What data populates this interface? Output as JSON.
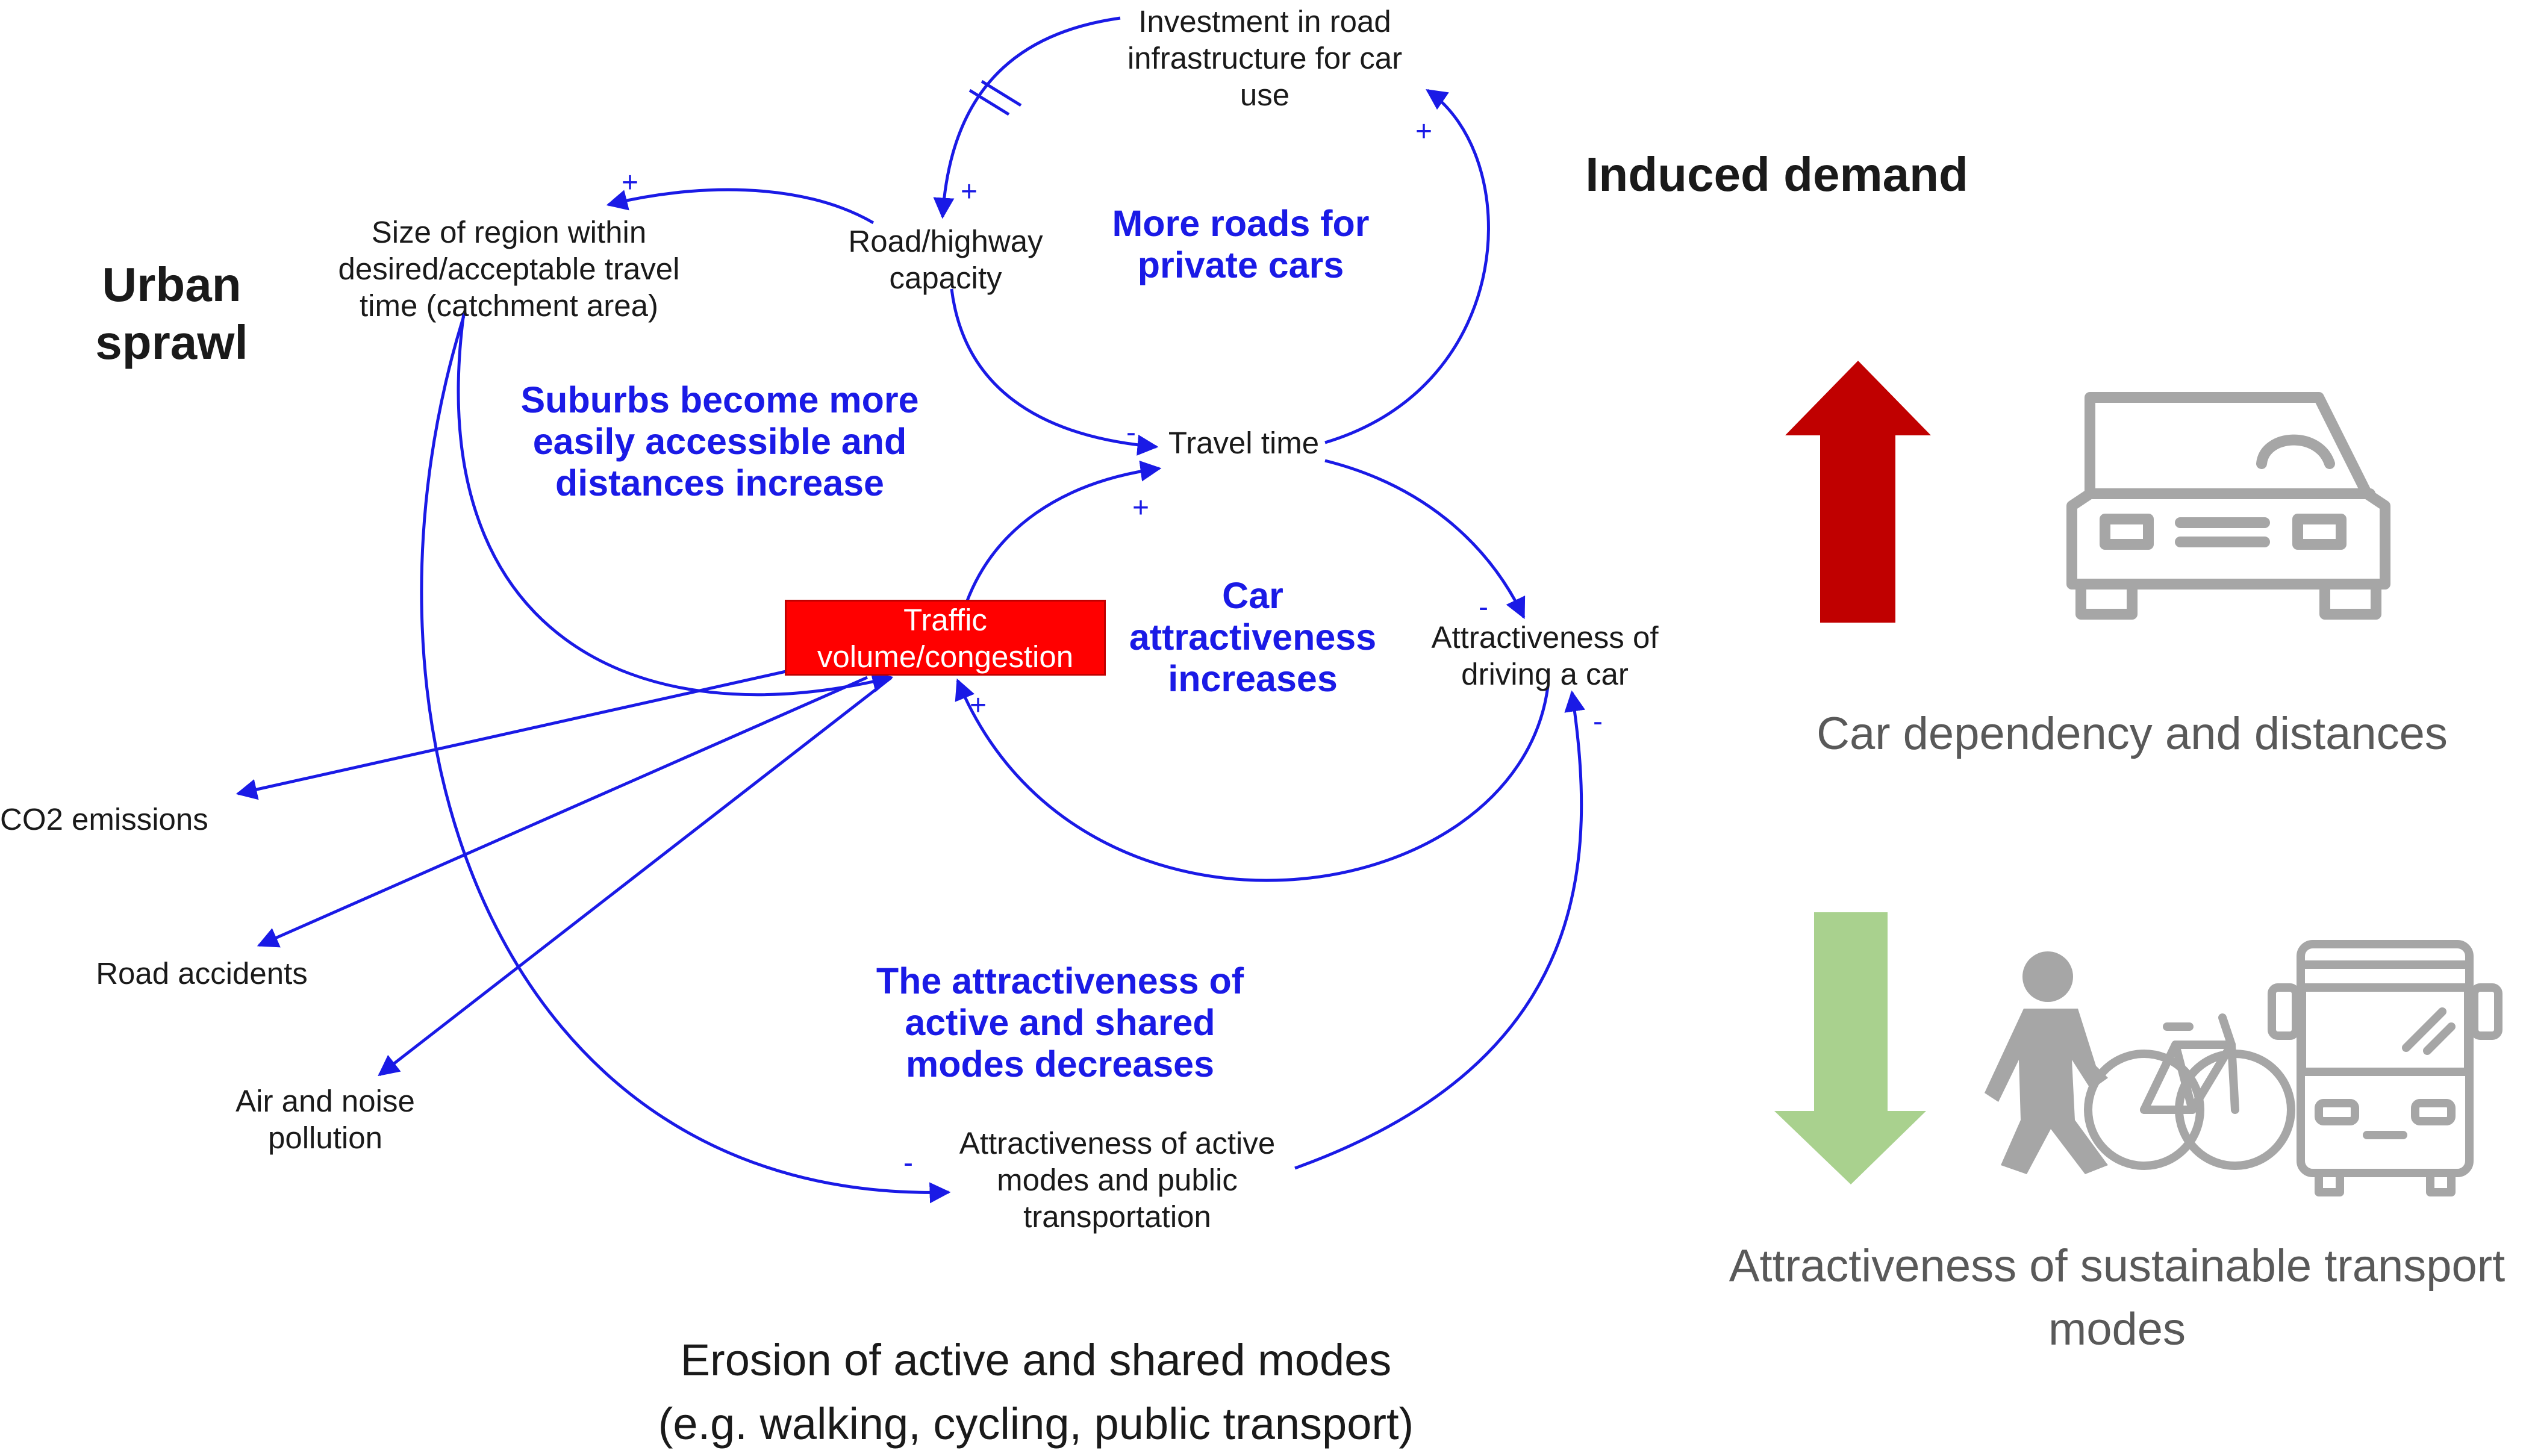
{
  "nodes": {
    "investment": "Investment in road\ninfrastructure for car\nuse",
    "road_capacity": "Road/highway\ncapacity",
    "region_size": "Size of region within\ndesired/acceptable travel\ntime (catchment area)",
    "travel_time": "Travel time",
    "traffic": "Traffic\nvolume/congestion",
    "attr_car": "Attractiveness of\ndriving a car",
    "attr_active": "Attractiveness of active\nmodes and public\ntransportation",
    "co2": "CO2 emissions",
    "accidents": "Road accidents",
    "pollution": "Air and noise\npollution"
  },
  "loops": {
    "more_roads": "More roads for\nprivate cars",
    "suburbs": "Suburbs become more\neasily accessible and\ndistances increase",
    "car_attractiveness": "Car\nattractiveness\nincreases",
    "active_decreases": "The attractiveness of\nactive and shared\nmodes decreases"
  },
  "headings": {
    "urban_sprawl": "Urban\nsprawl",
    "induced_demand": "Induced demand",
    "erosion": "Erosion of active and shared modes\n(e.g. walking, cycling, public transport)"
  },
  "legend": {
    "up_caption": "Car dependency and distances",
    "down_caption": "Attractiveness of sustainable transport\nmodes",
    "up_arrow_color": "#c00000",
    "down_arrow_color": "#a9d18e",
    "icon_color": "#a6a6a6",
    "car_icon": "car-icon",
    "pedestrian_icon": "pedestrian-icon",
    "bicycle_icon": "bicycle-icon",
    "bus_icon": "bus-icon"
  },
  "signs": {
    "plus": "+",
    "minus": "-"
  },
  "colors": {
    "loop_text": "#1a1ae6",
    "link": "#1a1ae6",
    "traffic_box": "#ff0000"
  }
}
